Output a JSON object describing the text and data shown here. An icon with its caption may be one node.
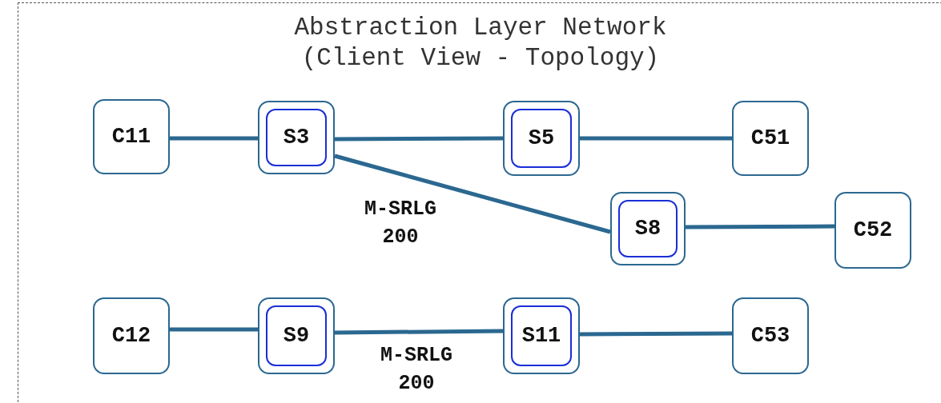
{
  "diagram": {
    "title": "Abstraction Layer Network (Client View - Topology)",
    "nodes": [
      {
        "text": [
          "C11"
        ]
      },
      {
        "text": [
          "S3"
        ]
      },
      {
        "text": [
          "S5"
        ]
      },
      {
        "text": [
          "C51"
        ]
      },
      {
        "text": [
          "S8"
        ]
      },
      {
        "text": [
          "C52"
        ]
      },
      {
        "text": [
          "C12"
        ]
      },
      {
        "text": [
          "S9"
        ]
      },
      {
        "text": [
          "S11"
        ]
      },
      {
        "text": [
          "C53"
        ]
      }
    ],
    "edges": [
      {
        "from": 0,
        "to": 1,
        "arrow": "none"
      },
      {
        "from": 1,
        "to": 2,
        "arrow": "none"
      },
      {
        "from": 2,
        "to": 3,
        "arrow": "none"
      },
      {
        "from": 1,
        "to": 4,
        "arrow": "none",
        "label": "M-SRLG 200"
      },
      {
        "from": 4,
        "to": 5,
        "arrow": "none"
      },
      {
        "from": 6,
        "to": 7,
        "arrow": "none"
      },
      {
        "from": 7,
        "to": 8,
        "arrow": "none",
        "label": "M-SRLG 200"
      },
      {
        "from": 8,
        "to": 9,
        "arrow": "none"
      }
    ]
  }
}
